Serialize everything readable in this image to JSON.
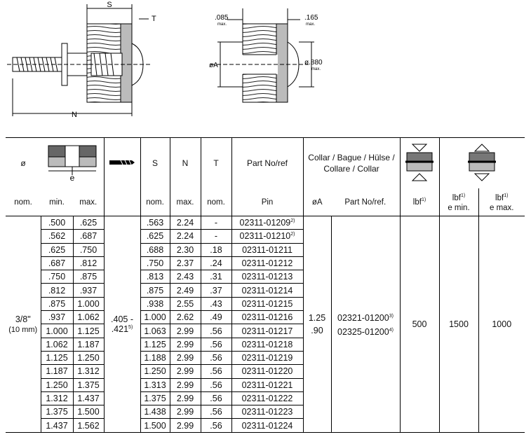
{
  "drawing": {
    "labels": {
      "s": "S",
      "t": "T",
      "n": "N",
      "a": "øA",
      "d085": ".085",
      "d165": ".165",
      "d880": "ø.880",
      "max": "max."
    }
  },
  "header": {
    "dia": "ø",
    "e": "e",
    "s": "S",
    "n": "N",
    "t": "T",
    "partno": "Part No/ref",
    "collar": "Collar / Bague / Hülse / Collare / Collar",
    "lbf": "lbf",
    "lbf_sup": "1)",
    "lbf_e_min_top": "lbf",
    "lbf_e_min_bot": "e min.",
    "lbf_e_max_top": "lbf",
    "lbf_e_max_bot": "e max."
  },
  "subheader": {
    "nom1": "nom.",
    "min": "min.",
    "max": "max.",
    "nom2": "nom.",
    "max2": "max.",
    "nom3": "nom.",
    "pin": "Pin",
    "oa": "øA",
    "partref": "Part No/ref."
  },
  "group": {
    "dia_top": "3/8\"",
    "dia_bot": "(10 mm)",
    "drill_top": ".405 -",
    "drill_bot": ".421",
    "drill_sup": "5)",
    "collar_a1": "1.25",
    "collar_a2": ".90",
    "collar_p1": "02321-01200",
    "collar_p1_sup": "3)",
    "collar_p2": "02325-01200",
    "collar_p2_sup": "4)",
    "lbf": "500",
    "lbf_min": "1500",
    "lbf_max": "1000"
  },
  "rows": [
    {
      "emin": ".500",
      "emax": ".625",
      "s": ".563",
      "n": "2.24",
      "t": "-",
      "pin": "02311-01209",
      "sup": "2)"
    },
    {
      "emin": ".562",
      "emax": ".687",
      "s": ".625",
      "n": "2.24",
      "t": "-",
      "pin": "02311-01210",
      "sup": "2)"
    },
    {
      "emin": ".625",
      "emax": ".750",
      "s": ".688",
      "n": "2.30",
      "t": ".18",
      "pin": "02311-01211",
      "sup": ""
    },
    {
      "emin": ".687",
      "emax": ".812",
      "s": ".750",
      "n": "2.37",
      "t": ".24",
      "pin": "02311-01212",
      "sup": ""
    },
    {
      "emin": ".750",
      "emax": ".875",
      "s": ".813",
      "n": "2.43",
      "t": ".31",
      "pin": "02311-01213",
      "sup": ""
    },
    {
      "emin": ".812",
      "emax": ".937",
      "s": ".875",
      "n": "2.49",
      "t": ".37",
      "pin": "02311-01214",
      "sup": ""
    },
    {
      "emin": ".875",
      "emax": "1.000",
      "s": ".938",
      "n": "2.55",
      "t": ".43",
      "pin": "02311-01215",
      "sup": ""
    },
    {
      "emin": ".937",
      "emax": "1.062",
      "s": "1.000",
      "n": "2.62",
      "t": ".49",
      "pin": "02311-01216",
      "sup": ""
    },
    {
      "emin": "1.000",
      "emax": "1.125",
      "s": "1.063",
      "n": "2.99",
      "t": ".56",
      "pin": "02311-01217",
      "sup": ""
    },
    {
      "emin": "1.062",
      "emax": "1.187",
      "s": "1.125",
      "n": "2.99",
      "t": ".56",
      "pin": "02311-01218",
      "sup": ""
    },
    {
      "emin": "1.125",
      "emax": "1.250",
      "s": "1.188",
      "n": "2.99",
      "t": ".56",
      "pin": "02311-01219",
      "sup": ""
    },
    {
      "emin": "1.187",
      "emax": "1.312",
      "s": "1.250",
      "n": "2.99",
      "t": ".56",
      "pin": "02311-01220",
      "sup": ""
    },
    {
      "emin": "1.250",
      "emax": "1.375",
      "s": "1.313",
      "n": "2.99",
      "t": ".56",
      "pin": "02311-01221",
      "sup": ""
    },
    {
      "emin": "1.312",
      "emax": "1.437",
      "s": "1.375",
      "n": "2.99",
      "t": ".56",
      "pin": "02311-01222",
      "sup": ""
    },
    {
      "emin": "1.375",
      "emax": "1.500",
      "s": "1.438",
      "n": "2.99",
      "t": ".56",
      "pin": "02311-01223",
      "sup": ""
    },
    {
      "emin": "1.437",
      "emax": "1.562",
      "s": "1.500",
      "n": "2.99",
      "t": ".56",
      "pin": "02311-01224",
      "sup": ""
    }
  ]
}
